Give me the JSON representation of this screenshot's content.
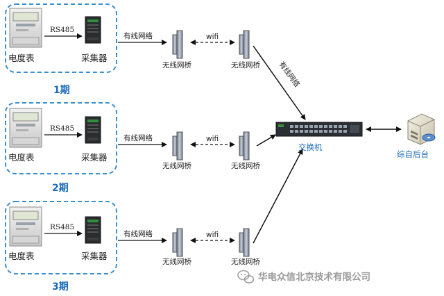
{
  "labels": {
    "meter": "电度表",
    "collector": "采集器",
    "rs485": "RS485",
    "wired_network": "有线网络",
    "wifi": "wifi",
    "wireless_bridge": "无线网桥",
    "switch": "交换机",
    "backend": "综自后台"
  },
  "phases": [
    {
      "label": "1期"
    },
    {
      "label": "2期"
    },
    {
      "label": "3期"
    }
  ],
  "watermark": "华电众信北京技术有限公司",
  "colors": {
    "dash_border": "#3a8fcf",
    "phase_text": "#1a6bb8",
    "arrow": "#111111"
  }
}
